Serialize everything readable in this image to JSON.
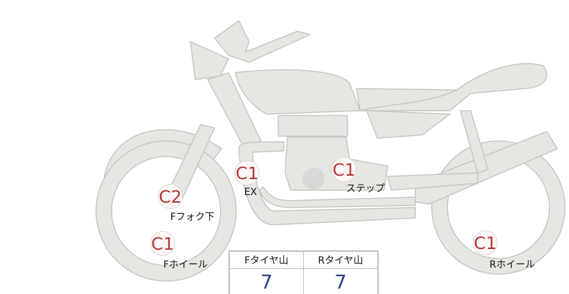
{
  "markers": [
    {
      "code": "C2",
      "label": "Fフォク下"
    },
    {
      "code": "C1",
      "label": "Fホイール"
    },
    {
      "code": "C1",
      "label": "EX"
    },
    {
      "code": "C1",
      "label": "ステップ"
    },
    {
      "code": "C1",
      "label": "Rホイール"
    }
  ],
  "tread_table": {
    "headers": [
      "Fタイヤ山",
      "Rタイヤ山"
    ],
    "values": [
      "7",
      "7"
    ]
  },
  "colors": {
    "body": "#e6e6e3",
    "outline": "#c6c6c2",
    "code": "#b33a3a",
    "value": "#2a3f88"
  }
}
